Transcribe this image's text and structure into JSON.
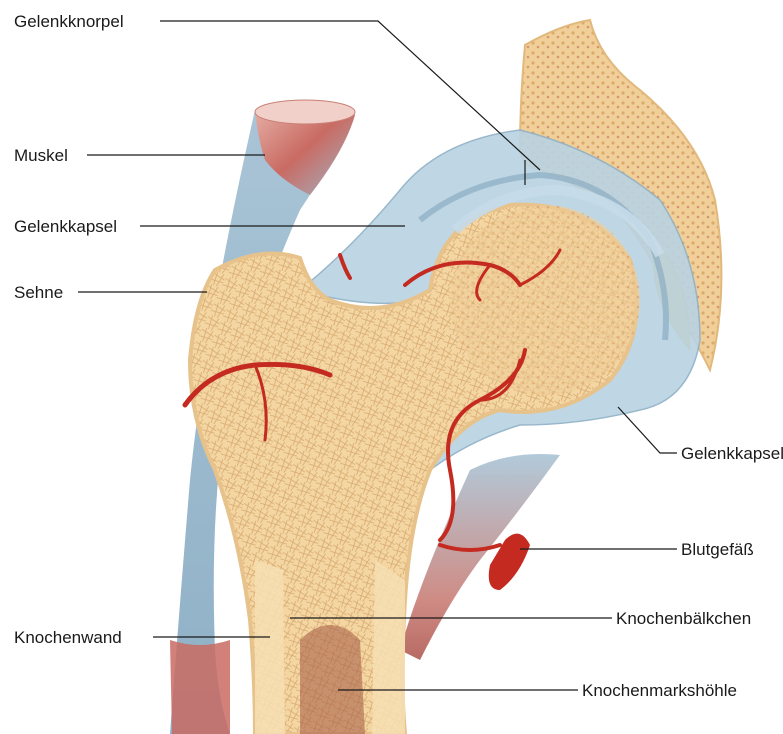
{
  "labels": {
    "gelenkknorpel": "Gelenkknorpel",
    "muskel": "Muskel",
    "gelenkkapsel_left": "Gelenkkapsel",
    "sehne": "Sehne",
    "gelenkkapsel_right": "Gelenkkapsel",
    "blutgefaess": "Blutgefäß",
    "knochenbaelkchen": "Knochenbälkchen",
    "knochenwand": "Knochenwand",
    "knochenmarkshoehle": "Knochenmarkshöhle"
  },
  "colors": {
    "bone": "#f3d6a2",
    "bone_dark": "#e2b97c",
    "trabecula": "#c98f52",
    "cartilage": "#b9d3e3",
    "capsule": "#a9c4d6",
    "muscle": "#c96b63",
    "muscle_light": "#e7b3a9",
    "vessel": "#c42a20",
    "fat": "#f2d25a"
  }
}
